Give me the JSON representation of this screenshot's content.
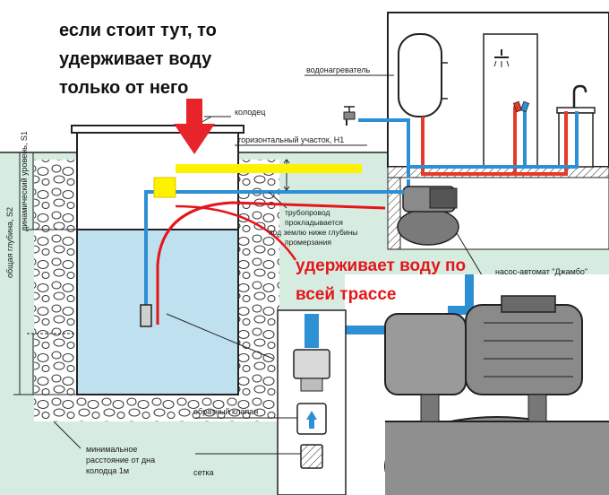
{
  "annotations": {
    "top_note_lines": [
      "если стоит тут, то",
      "удерживает воду",
      "только от него"
    ],
    "red_note_lines": [
      "удерживает воду по",
      "всей трассе"
    ]
  },
  "labels": {
    "well": "колодец",
    "horizontal": "горизонтальный участок, H1",
    "heater": "водонагреватель",
    "pipe_lines": [
      "трубопровод",
      "прокладывается",
      "под землю ниже глубины",
      "промерзания"
    ],
    "pump": "насос-автомат \"Джамбо\"",
    "total_depth": "общая глубина, S2",
    "dyn_level": "динамический уровень, S1",
    "min_dist_lines": [
      "минимальное",
      "расстояние от дна",
      "колодца 1м"
    ],
    "check_valve": "обратный клапан",
    "mesh": "сетка"
  },
  "colors": {
    "water": "#bfe0ee",
    "ground": "#d6ece0",
    "pipe_blue": "#2d8fd4",
    "pipe_red": "#e43a2a",
    "highlight_yellow": "#fff200",
    "arrow_red": "#e8242b",
    "text_red": "#e4161b"
  },
  "icons": {
    "arrow": "down-arrow-icon",
    "shower": "shower-icon",
    "faucet": "faucet-icon",
    "tap": "tap-icon",
    "check_valve": "check-valve-icon"
  }
}
